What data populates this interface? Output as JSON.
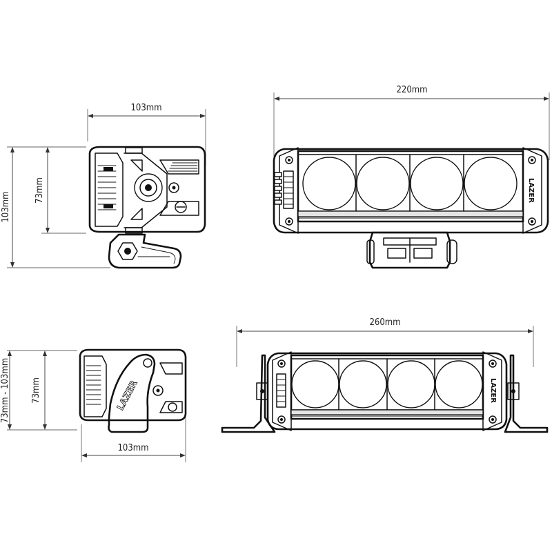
{
  "dimensions": {
    "top_left_width": "103mm",
    "top_left_inner_height": "73mm",
    "top_left_total_height": "103mm",
    "top_right_width": "220mm",
    "bottom_left_range_height": "73mm - 103mm",
    "bottom_left_inner_height": "73mm",
    "bottom_left_width": "103mm",
    "bottom_right_width": "260mm"
  },
  "brand_mark": "LAZER",
  "lamps_per_bar": 4
}
